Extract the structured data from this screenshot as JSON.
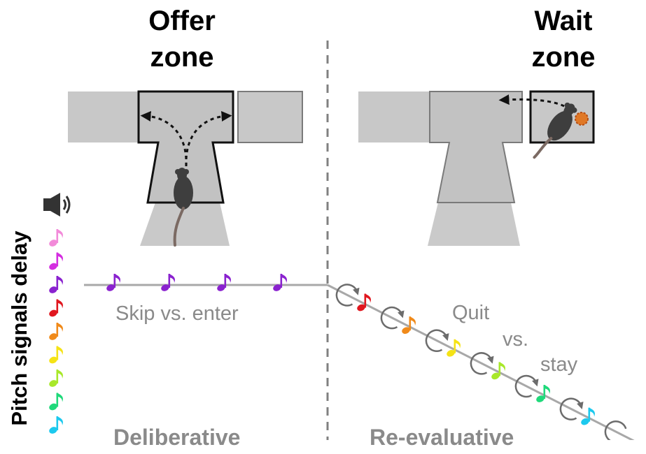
{
  "offer_zone": {
    "title_line1": "Offer",
    "title_line2": "zone",
    "choice": "Skip vs. enter",
    "phase": "Deliberative"
  },
  "wait_zone": {
    "title_line1": "Wait",
    "title_line2": "zone",
    "choice_line1": "Quit",
    "choice_line2": "vs.",
    "choice_line3": "stay",
    "phase": "Re-evaluative"
  },
  "side_label": "Pitch signals delay",
  "icons": {
    "speaker": "speaker-icon",
    "note": "music-note-icon",
    "mouse": "mouse-icon",
    "pellet": "food-pellet-icon",
    "loop": "circular-arrow-icon"
  },
  "colors": {
    "note_scale": [
      "#f28ad9",
      "#d42de0",
      "#8a22cf",
      "#e0171f",
      "#f08a1a",
      "#f5e315",
      "#a8e82a",
      "#1fd97a",
      "#1cc9ee"
    ],
    "offer_note": "#8a22cf",
    "maze_fill": "#c8c8c8",
    "maze_outline": "#777777"
  },
  "wait_note_sequence": [
    "#e0171f",
    "#f08a1a",
    "#f5e315",
    "#a8e82a",
    "#1fd97a",
    "#1cc9ee"
  ]
}
